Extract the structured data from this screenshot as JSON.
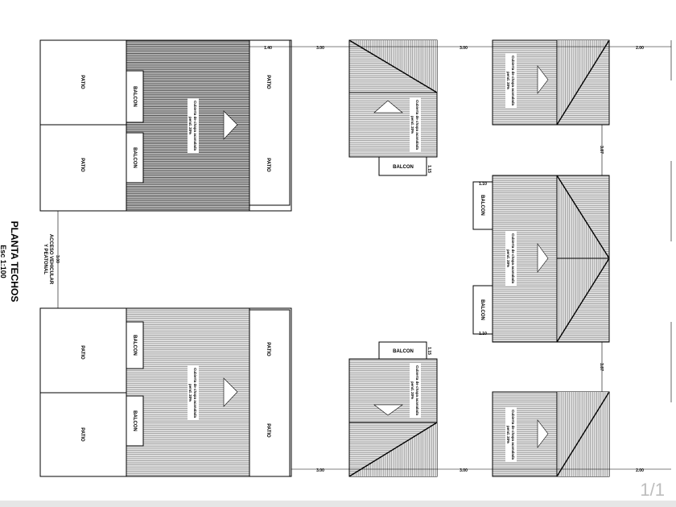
{
  "drawing": {
    "title": "PLANTA TECHOS",
    "scale": "Esc 1:100",
    "access_label_1": "ACCESO VEHICULAR",
    "access_label_2": "Y PEATONAL",
    "access_dim": "3.00",
    "patio": "PATIO",
    "balcon": "BALCON",
    "roof_note_1": "Cubierta de chapa acanalada",
    "roof_note_2": "pend. 20%",
    "dims": {
      "top_a": "1.40",
      "top_b": "3.00",
      "top_c": "3.00",
      "top_d": "2.00",
      "bot_b": "3.00",
      "bot_c": "3.00",
      "bot_d": "2.00",
      "vert_1": "3.87",
      "vert_2": "3.87",
      "balc_1": "1.15",
      "balc_2": "1.15",
      "balc_3": "1.10",
      "balc_4": "1.10"
    }
  },
  "viewer": {
    "page_indicator": "1/1"
  }
}
